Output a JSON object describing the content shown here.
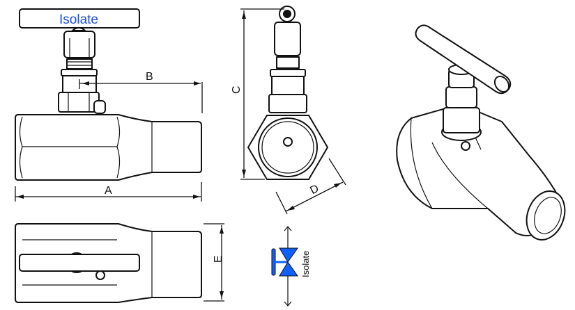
{
  "handle_label": "Isolate",
  "dimensions": {
    "a": "A",
    "b": "B",
    "c": "C",
    "d": "D",
    "e": "E"
  },
  "symbol_label": "Isolate",
  "colors": {
    "accent": "#1a4fe0",
    "symbol_fill": "#1060ff",
    "line": "#111111"
  }
}
